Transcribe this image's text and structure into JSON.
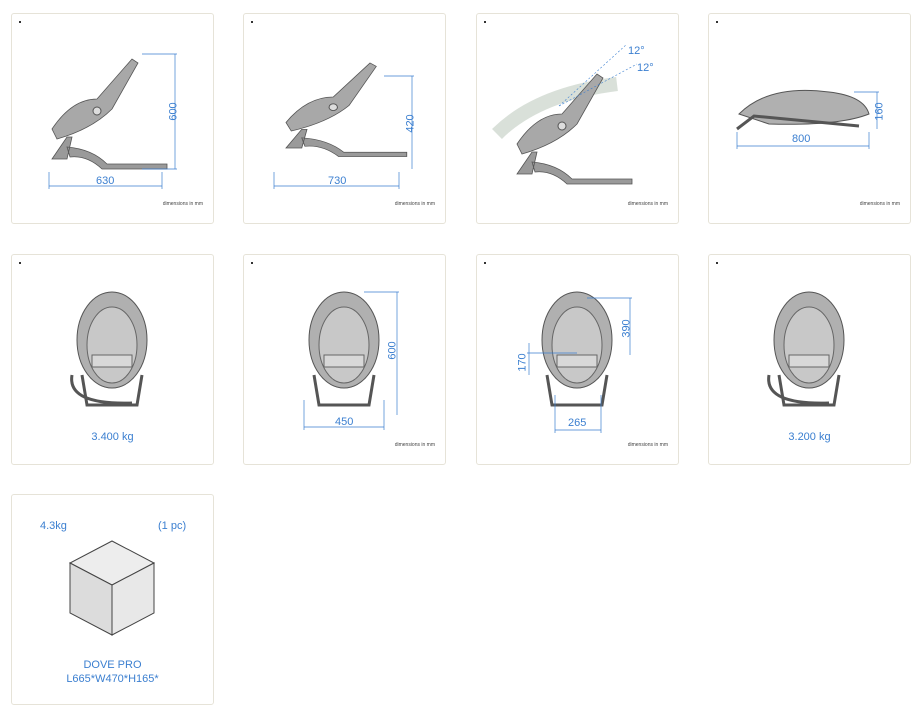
{
  "note": "dimensions in mm",
  "cards": [
    {
      "h": "600",
      "w": "630"
    },
    {
      "h": "420",
      "w": "730"
    },
    {
      "a1": "12°",
      "a2": "12°"
    },
    {
      "h": "160",
      "w": "800"
    },
    {
      "weight": "3.400 kg"
    },
    {
      "h": "600",
      "w": "450"
    },
    {
      "h": "390",
      "h2": "170",
      "w": "265"
    },
    {
      "weight": "3.200 kg"
    }
  ],
  "package": {
    "weight": "4.3kg",
    "qty": "(1 pc)",
    "name": "DOVE PRO",
    "dims": "L665*W470*H165*"
  },
  "colors": {
    "dimension": "#3b7fd0",
    "product": "#8a8a8a"
  }
}
